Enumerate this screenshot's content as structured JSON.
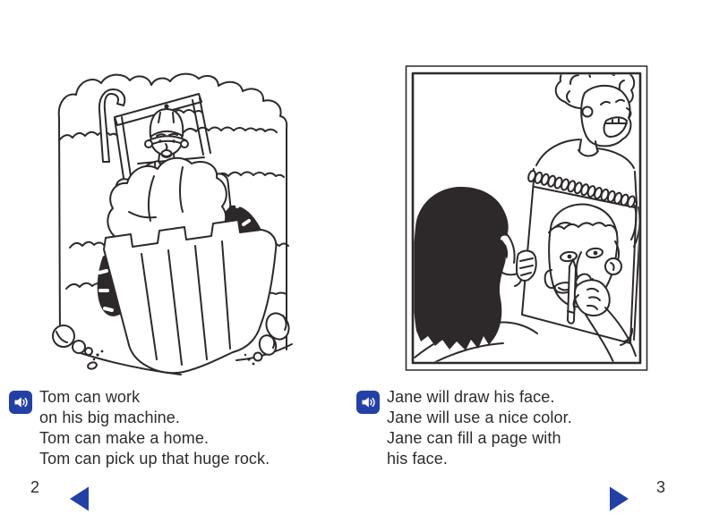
{
  "colors": {
    "background": "#ffffff",
    "accent_blue": "#2340a5",
    "ink": "#2d2a2b"
  },
  "left_page": {
    "page_number": "2",
    "illustration": "tom-driving-big-machine-lifting-huge-rock",
    "caption_lines": [
      "Tom can work",
      "on his big machine.",
      "Tom can make a home.",
      "Tom can pick up that huge rock."
    ]
  },
  "right_page": {
    "page_number": "3",
    "illustration": "jane-drawing-mans-face-on-sketchpad",
    "caption_lines": [
      "Jane will draw his face.",
      "Jane will use a nice color.",
      "Jane can fill a page with",
      "his face."
    ]
  },
  "audio": {
    "icon": "speaker"
  },
  "navigation": {
    "previous": "left-triangle",
    "next": "right-triangle"
  }
}
